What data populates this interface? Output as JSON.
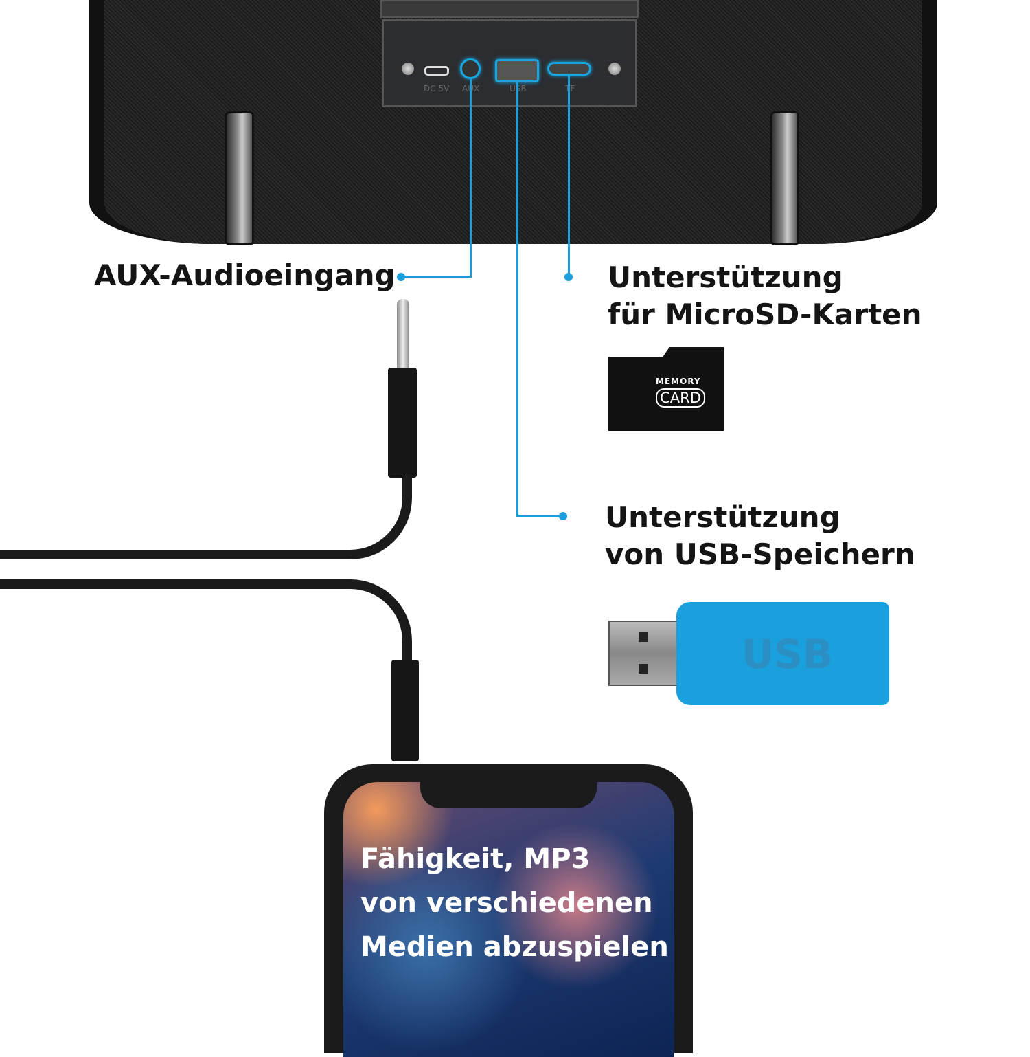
{
  "ports": {
    "dc": "DC 5V",
    "aux": "AUX",
    "usb": "USB",
    "tf": "TF"
  },
  "labels": {
    "aux": "AUX-Audioeingang",
    "microsd": [
      "Unterstützung",
      "für MicroSD-Karten"
    ],
    "usb": [
      "Unterstützung",
      "von USB-Speichern"
    ]
  },
  "memory_card": {
    "line1": "MEMORY",
    "line2": "CARD"
  },
  "usb_stick": {
    "text": "USB"
  },
  "phone_text": [
    "Fähigkeit, MP3",
    "von verschiedenen",
    "Medien abzuspielen"
  ],
  "colors": {
    "accent": "#1a9fdc",
    "usb_body": "#1aa0dc"
  }
}
